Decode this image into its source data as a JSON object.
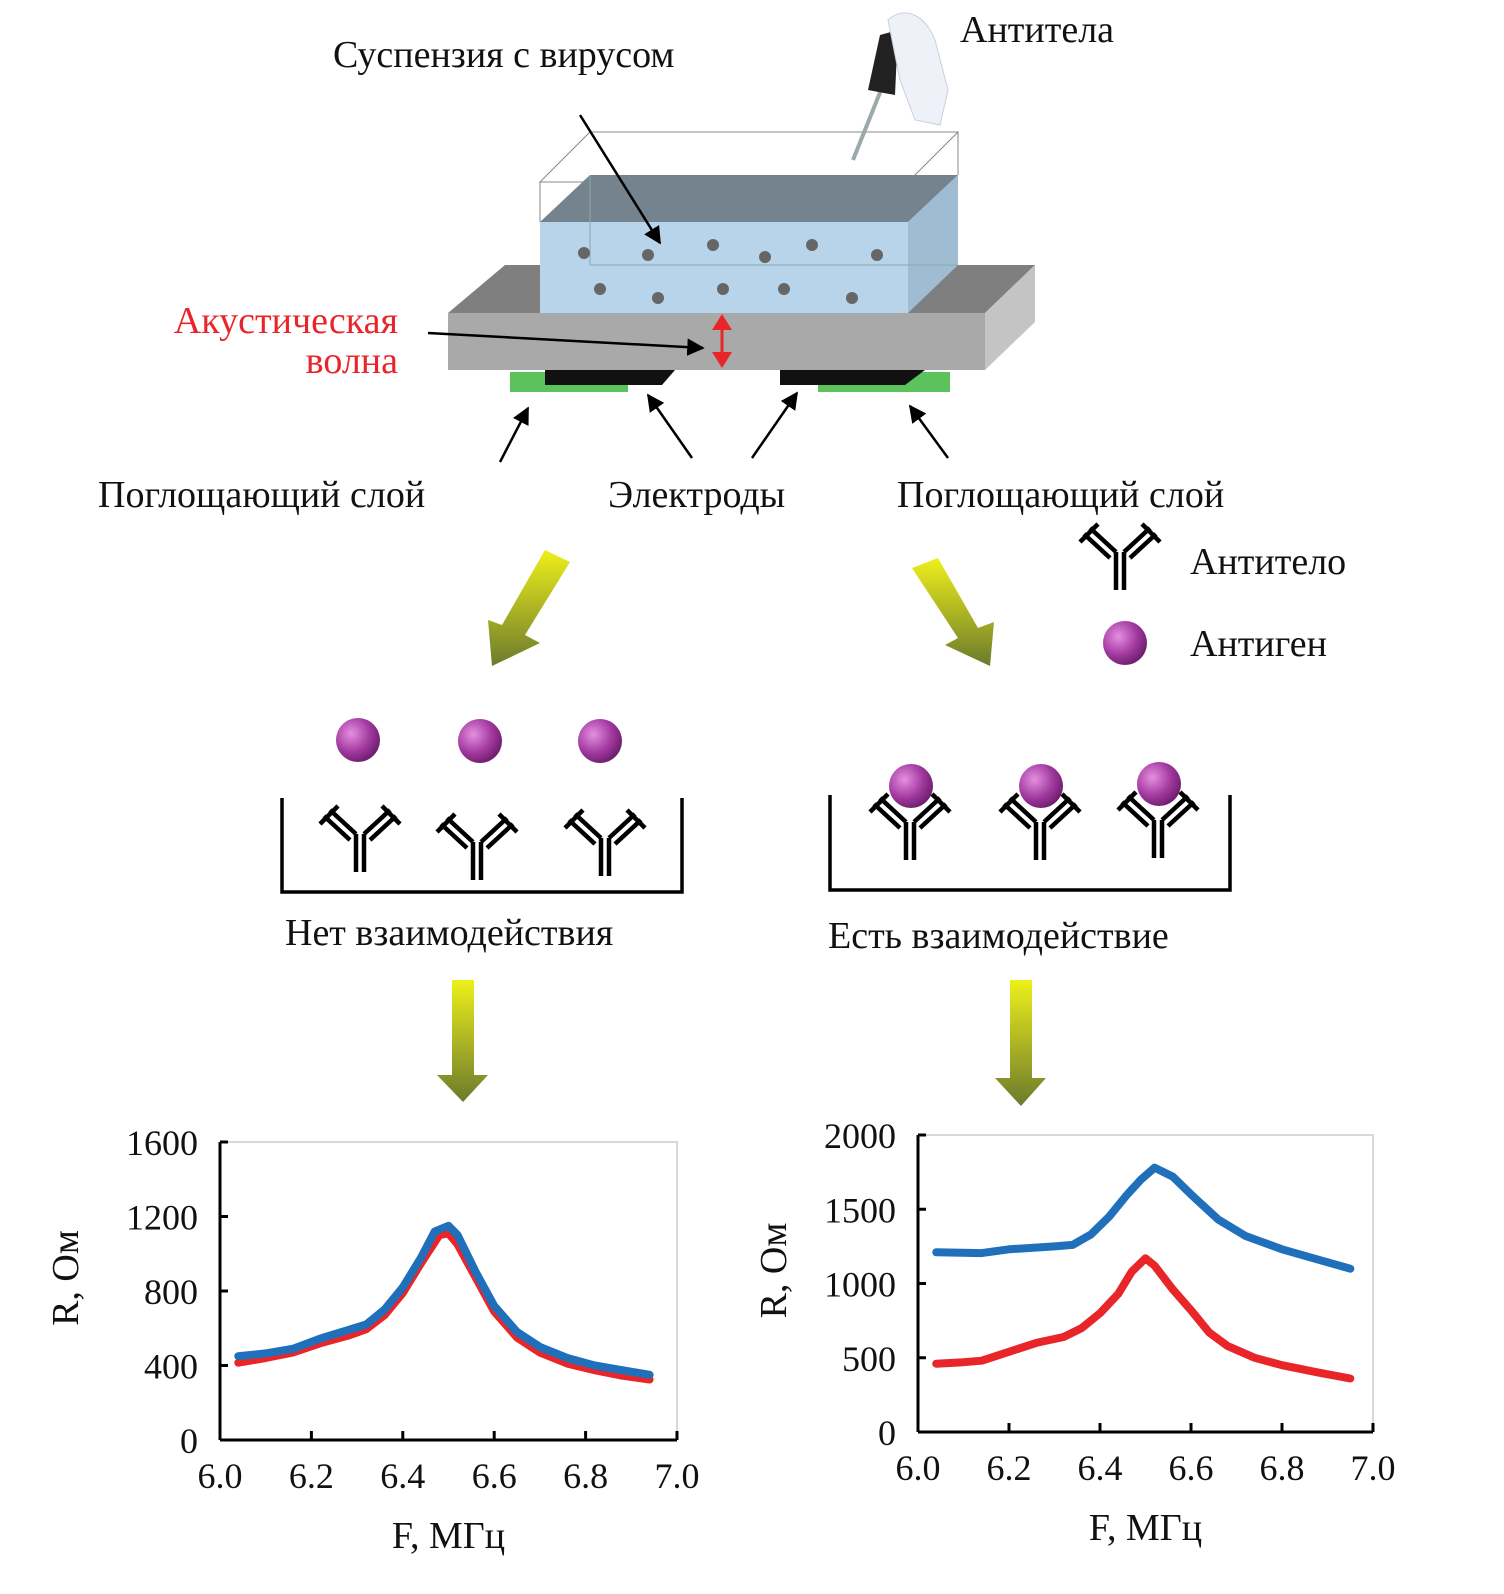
{
  "labels": {
    "suspension": "Суспензия с вирусом",
    "antibodies_pipette": "Антитела",
    "acoustic_wave_line1": "Акустическая",
    "acoustic_wave_line2": "волна",
    "absorbing_layer_left": "Поглощающий слой",
    "electrodes": "Электроды",
    "absorbing_layer_right": "Поглощающий слой",
    "legend_antibody": "Антитело",
    "legend_antigen": "Антиген",
    "no_interaction": "Нет взаимодействия",
    "interaction": "Есть взаимодействие"
  },
  "colors": {
    "blue_series": "#1f6fba",
    "red_series": "#e8262a",
    "antigen": "#9b2f9b",
    "absorber": "#5cc35c",
    "wave_label": "#e8262a"
  },
  "chart_data": [
    {
      "type": "line",
      "title": "",
      "xlabel": "F, МГц",
      "ylabel": "R, Ом",
      "xlim": [
        6.0,
        7.0
      ],
      "ylim": [
        0,
        1600
      ],
      "xticks": [
        "6.0",
        "6.2",
        "6.4",
        "6.6",
        "6.8",
        "7.0"
      ],
      "yticks": [
        "0",
        "400",
        "800",
        "1200",
        "1600"
      ],
      "series": [
        {
          "name": "blue",
          "color": "#1f6fba",
          "x": [
            6.04,
            6.1,
            6.16,
            6.22,
            6.28,
            6.32,
            6.36,
            6.4,
            6.44,
            6.47,
            6.5,
            6.52,
            6.56,
            6.6,
            6.65,
            6.7,
            6.76,
            6.82,
            6.88,
            6.94
          ],
          "y": [
            450,
            465,
            490,
            545,
            590,
            620,
            700,
            820,
            980,
            1120,
            1150,
            1100,
            900,
            720,
            580,
            500,
            440,
            400,
            375,
            350
          ]
        },
        {
          "name": "red",
          "color": "#e8262a",
          "x": [
            6.04,
            6.1,
            6.16,
            6.22,
            6.28,
            6.32,
            6.36,
            6.4,
            6.44,
            6.48,
            6.5,
            6.52,
            6.56,
            6.6,
            6.65,
            6.7,
            6.76,
            6.82,
            6.88,
            6.94
          ],
          "y": [
            415,
            440,
            470,
            520,
            560,
            595,
            670,
            790,
            950,
            1100,
            1110,
            1050,
            870,
            690,
            550,
            470,
            410,
            375,
            345,
            325
          ]
        }
      ]
    },
    {
      "type": "line",
      "title": "",
      "xlabel": "F, МГц",
      "ylabel": "R, Ом",
      "xlim": [
        6.0,
        7.0
      ],
      "ylim": [
        0,
        2000
      ],
      "xticks": [
        "6.0",
        "6.2",
        "6.4",
        "6.6",
        "6.8",
        "7.0"
      ],
      "yticks": [
        "0",
        "500",
        "1000",
        "1500",
        "2000"
      ],
      "series": [
        {
          "name": "blue",
          "color": "#1f6fba",
          "x": [
            6.04,
            6.14,
            6.2,
            6.3,
            6.34,
            6.38,
            6.42,
            6.46,
            6.49,
            6.52,
            6.56,
            6.6,
            6.66,
            6.72,
            6.8,
            6.88,
            6.95
          ],
          "y": [
            1210,
            1205,
            1230,
            1250,
            1260,
            1330,
            1450,
            1600,
            1700,
            1780,
            1720,
            1600,
            1430,
            1320,
            1230,
            1160,
            1100
          ]
        },
        {
          "name": "red",
          "color": "#e8262a",
          "x": [
            6.04,
            6.1,
            6.14,
            6.2,
            6.26,
            6.32,
            6.36,
            6.4,
            6.44,
            6.47,
            6.5,
            6.52,
            6.56,
            6.6,
            6.64,
            6.68,
            6.74,
            6.8,
            6.88,
            6.95
          ],
          "y": [
            460,
            470,
            480,
            540,
            600,
            640,
            700,
            800,
            930,
            1080,
            1170,
            1120,
            960,
            820,
            670,
            580,
            500,
            450,
            400,
            360
          ]
        }
      ]
    }
  ]
}
